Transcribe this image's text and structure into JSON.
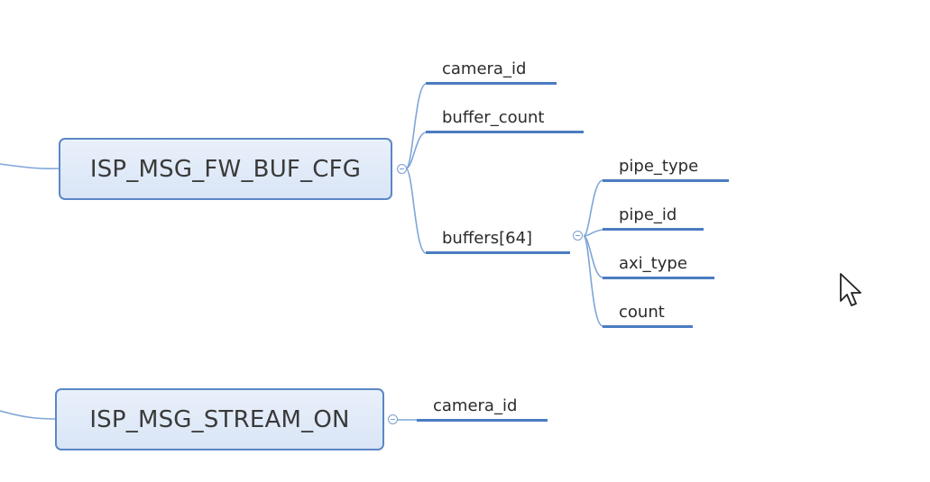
{
  "topics": [
    {
      "label": "ISP_MSG_FW_BUF_CFG",
      "children": [
        {
          "label": "camera_id"
        },
        {
          "label": "buffer_count"
        },
        {
          "label": "buffers[64]",
          "children": [
            {
              "label": "pipe_type"
            },
            {
              "label": "pipe_id"
            },
            {
              "label": "axi_type"
            },
            {
              "label": "count"
            }
          ]
        }
      ]
    },
    {
      "label": "ISP_MSG_STREAM_ON",
      "children": [
        {
          "label": "camera_id"
        }
      ]
    }
  ],
  "colors": {
    "connector": "#7fa6d9",
    "topic_border": "#5b87c6",
    "underline": "#4a7cc2"
  }
}
